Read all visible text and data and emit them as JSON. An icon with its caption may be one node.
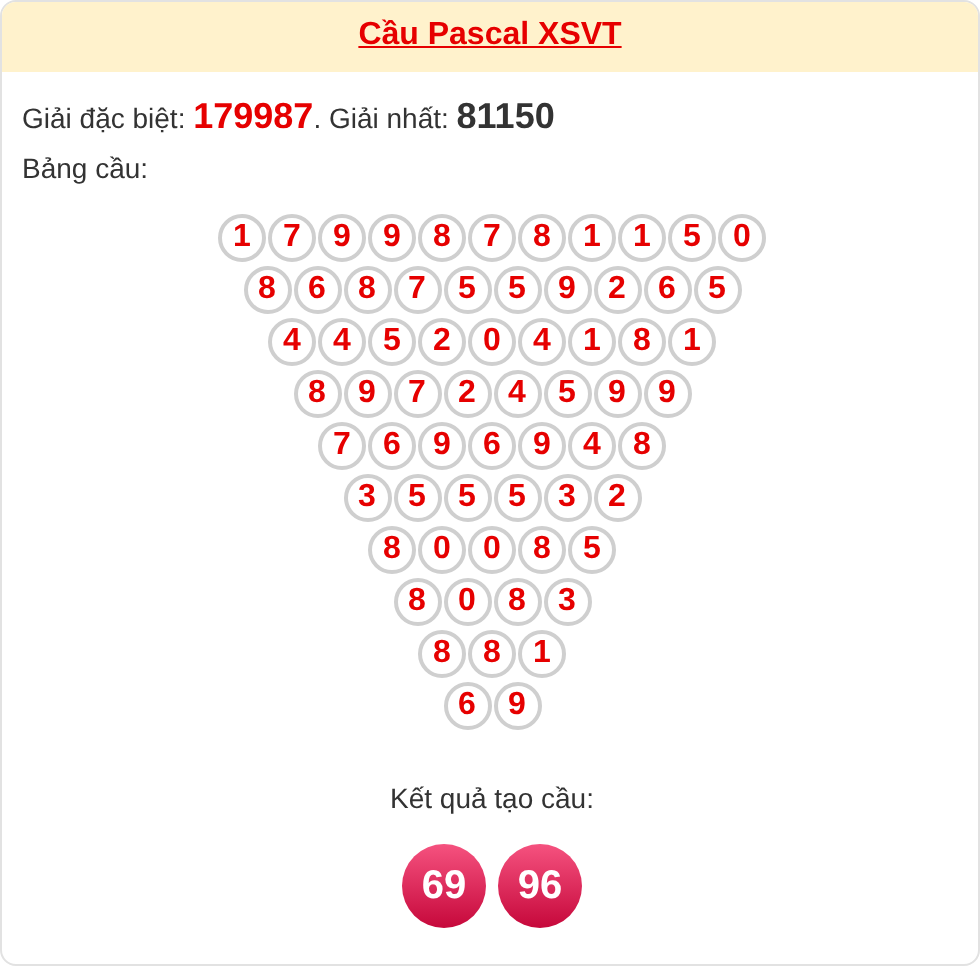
{
  "diagram": {
    "title": "Cầu Pascal XSVT",
    "nodes": [
      {
        "text": [
          "1"
        ]
      },
      {
        "text": [
          "7"
        ]
      },
      {
        "text": [
          "9"
        ]
      },
      {
        "text": [
          "9"
        ]
      },
      {
        "text": [
          "8"
        ]
      },
      {
        "text": [
          "7"
        ]
      },
      {
        "text": [
          "8"
        ]
      },
      {
        "text": [
          "1"
        ]
      },
      {
        "text": [
          "1"
        ]
      },
      {
        "text": [
          "5"
        ]
      },
      {
        "text": [
          "0"
        ]
      },
      {
        "text": [
          "8"
        ]
      },
      {
        "text": [
          "6"
        ]
      },
      {
        "text": [
          "8"
        ]
      },
      {
        "text": [
          "7"
        ]
      },
      {
        "text": [
          "5"
        ]
      },
      {
        "text": [
          "5"
        ]
      },
      {
        "text": [
          "9"
        ]
      },
      {
        "text": [
          "2"
        ]
      },
      {
        "text": [
          "6"
        ]
      },
      {
        "text": [
          "5"
        ]
      },
      {
        "text": [
          "4"
        ]
      },
      {
        "text": [
          "4"
        ]
      },
      {
        "text": [
          "5"
        ]
      },
      {
        "text": [
          "2"
        ]
      },
      {
        "text": [
          "0"
        ]
      },
      {
        "text": [
          "4"
        ]
      },
      {
        "text": [
          "1"
        ]
      },
      {
        "text": [
          "8"
        ]
      },
      {
        "text": [
          "1"
        ]
      },
      {
        "text": [
          "8"
        ]
      },
      {
        "text": [
          "9"
        ]
      },
      {
        "text": [
          "7"
        ]
      },
      {
        "text": [
          "2"
        ]
      },
      {
        "text": [
          "4"
        ]
      },
      {
        "text": [
          "5"
        ]
      },
      {
        "text": [
          "9"
        ]
      },
      {
        "text": [
          "9"
        ]
      },
      {
        "text": [
          "7"
        ]
      },
      {
        "text": [
          "6"
        ]
      },
      {
        "text": [
          "9"
        ]
      },
      {
        "text": [
          "6"
        ]
      },
      {
        "text": [
          "9"
        ]
      },
      {
        "text": [
          "4"
        ]
      },
      {
        "text": [
          "8"
        ]
      },
      {
        "text": [
          "3"
        ]
      },
      {
        "text": [
          "5"
        ]
      },
      {
        "text": [
          "5"
        ]
      },
      {
        "text": [
          "5"
        ]
      },
      {
        "text": [
          "3"
        ]
      },
      {
        "text": [
          "2"
        ]
      },
      {
        "text": [
          "8"
        ]
      },
      {
        "text": [
          "0"
        ]
      },
      {
        "text": [
          "0"
        ]
      },
      {
        "text": [
          "8"
        ]
      },
      {
        "text": [
          "5"
        ]
      },
      {
        "text": [
          "8"
        ]
      },
      {
        "text": [
          "0"
        ]
      },
      {
        "text": [
          "8"
        ]
      },
      {
        "text": [
          "3"
        ]
      },
      {
        "text": [
          "8"
        ]
      },
      {
        "text": [
          "8"
        ]
      },
      {
        "text": [
          "1"
        ]
      },
      {
        "text": [
          "6"
        ]
      },
      {
        "text": [
          "9"
        ]
      },
      {
        "text": [
          "69"
        ]
      },
      {
        "text": [
          "96"
        ]
      }
    ],
    "labels": [
      "Giải đặc biệt: **179987**. Giải nhất: **81150**",
      "Bảng cầu:",
      "Kết quả tạo cầu:"
    ]
  }
}
